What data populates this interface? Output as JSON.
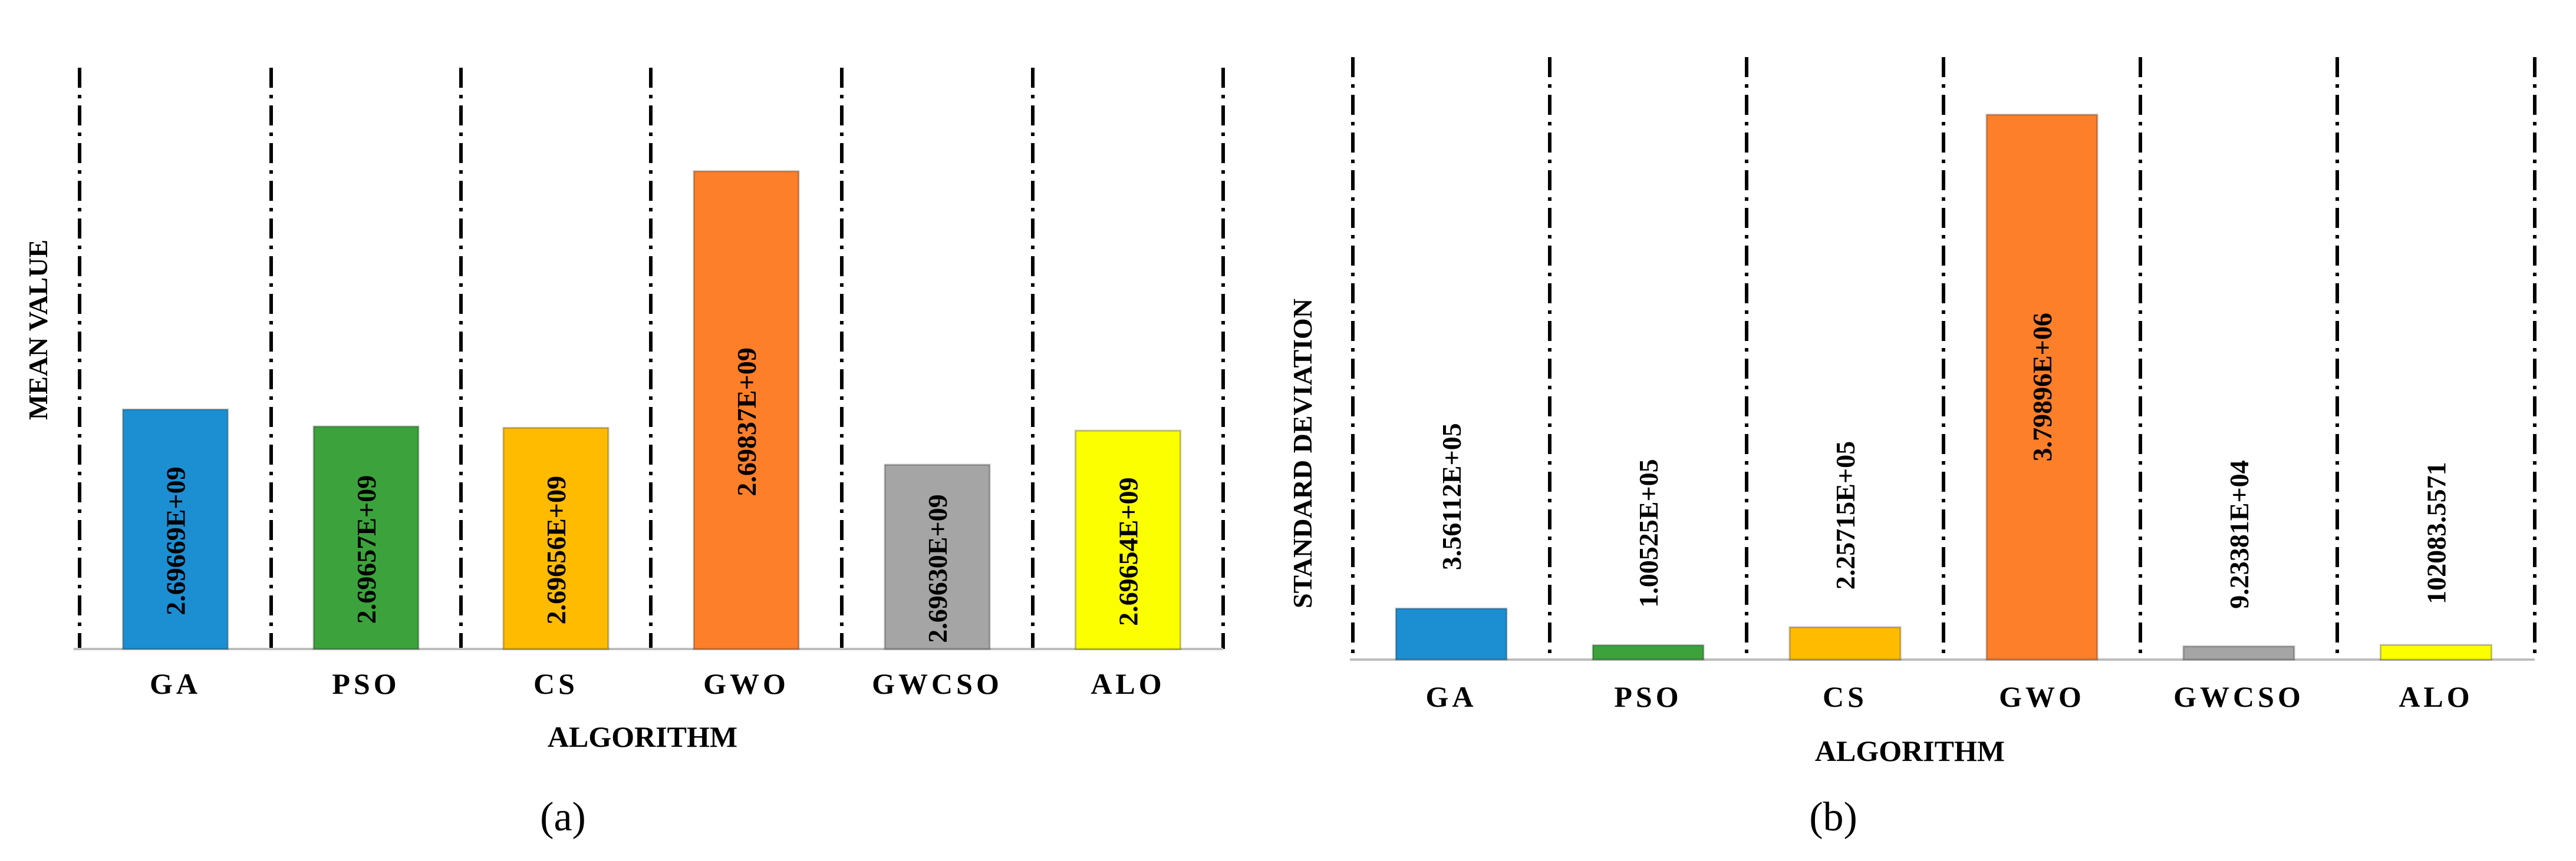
{
  "figure": {
    "panel_a_label": "(a)",
    "panel_b_label": "(b)"
  },
  "colors": {
    "GA": "#1c8fd3",
    "PSO": "#3ca33c",
    "CS": "#ffbb00",
    "GWO": "#fd7f2a",
    "GWCSO": "#a5a5a5",
    "ALO": "#fcff00"
  },
  "chart_data": [
    {
      "type": "bar",
      "title": "",
      "xlabel": "ALGORITHM",
      "ylabel": "MEAN VALUE",
      "categories": [
        "GA",
        "PSO",
        "CS",
        "GWO",
        "GWCSO",
        "ALO"
      ],
      "values": [
        2696690000,
        2696570000,
        2696560000,
        2698370000,
        2696300000,
        2696540000
      ],
      "data_labels": [
        "2.69669E+09",
        "2.69657E+09",
        "2.69656E+09",
        "2.69837E+09",
        "2.69630E+09",
        "2.69654E+09"
      ],
      "ylim": [
        2695000000,
        2699100000
      ],
      "grid": "vertical dash-dot category separators",
      "legend": "none"
    },
    {
      "type": "bar",
      "title": "",
      "xlabel": "ALGORITHM",
      "ylabel": "STANDARD DEVIATION",
      "categories": [
        "GA",
        "PSO",
        "CS",
        "GWO",
        "GWCSO",
        "ALO"
      ],
      "values": [
        356112,
        100525,
        225715,
        3798960,
        92338.1,
        102083.5571
      ],
      "data_labels": [
        "3.56112E+05",
        "1.00525E+05",
        "2.25715E+05",
        "3.79896E+06",
        "9.23381E+04",
        "102083.5571"
      ],
      "ylim": [
        0,
        4200000
      ],
      "grid": "vertical dash-dot category separators",
      "legend": "none"
    }
  ]
}
